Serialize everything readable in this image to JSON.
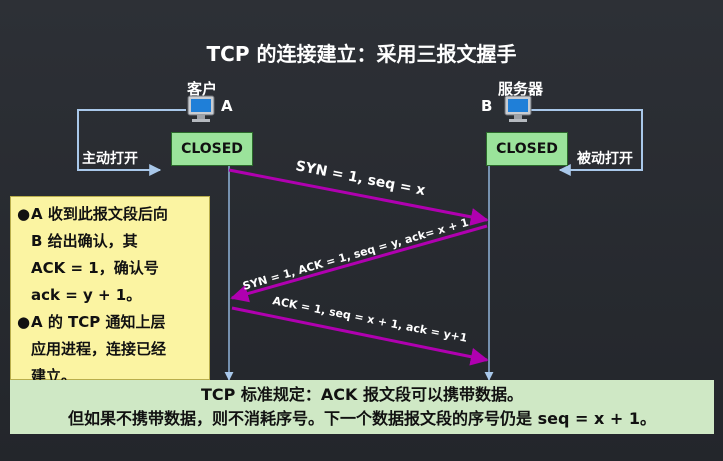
{
  "title": "TCP 的连接建立：采用三报文握手",
  "client": {
    "role": "客户",
    "letter": "A",
    "state": "CLOSED",
    "open_label": "主动打开",
    "computer_icon": "computer-monitor-icon"
  },
  "server": {
    "role": "服务器",
    "letter": "B",
    "state": "CLOSED",
    "open_label": "被动打开",
    "computer_icon": "computer-monitor-icon"
  },
  "messages": {
    "syn": "SYN = 1, seq = x",
    "syn_ack": "SYN = 1, ACK = 1, seq = y, ack= x + 1",
    "ack": "ACK = 1, seq = x + 1, ack = y+1"
  },
  "note": {
    "line1": "A 收到此报文段后向",
    "line2": "B 给出确认，其",
    "line3": "ACK = 1，确认号",
    "line4": "ack = y + 1。",
    "line5": "A 的 TCP 通知上层",
    "line6": "应用进程，连接已经",
    "line7": "建立。"
  },
  "footer": {
    "line1": "TCP 标准规定：ACK 报文段可以携带数据。",
    "line2": "但如果不携带数据，则不消耗序号。下一个数据报文段的序号仍是 seq = x + 1。"
  },
  "colors": {
    "background": "#2b2e33",
    "state_box": "#9be39b",
    "arrow": "#b000b0",
    "note_bg": "#fbf4a2",
    "footer_bg": "#cfe8c5",
    "timeline": "#8fb3d9"
  }
}
